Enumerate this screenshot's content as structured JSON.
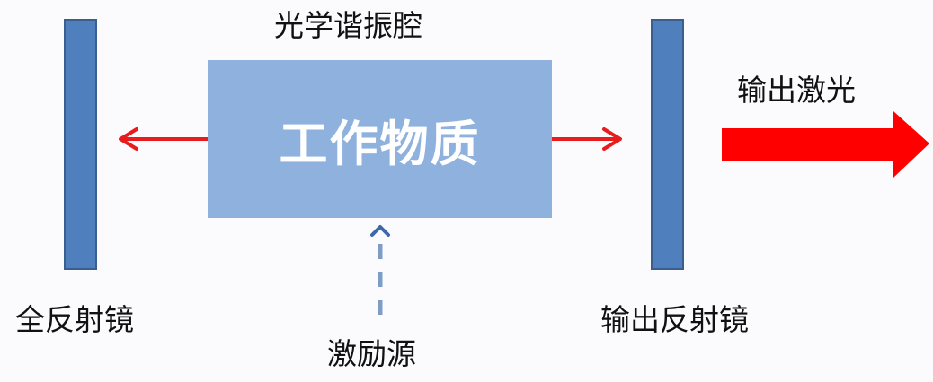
{
  "diagram": {
    "title": "光学谐振腔",
    "gain_medium": {
      "label": "工作物质",
      "color": "#8eb1de"
    },
    "left_mirror": {
      "label": "全反射镜",
      "color": "#4f7fbd"
    },
    "right_mirror": {
      "label": "输出反射镜",
      "color": "#4f7fbd"
    },
    "pump_source": {
      "label": "激励源",
      "arrow_color": "#5b82b5"
    },
    "output_beam": {
      "label": "输出激光",
      "color": "#ff0000"
    },
    "internal_arrow_color": "#e81c1c"
  }
}
